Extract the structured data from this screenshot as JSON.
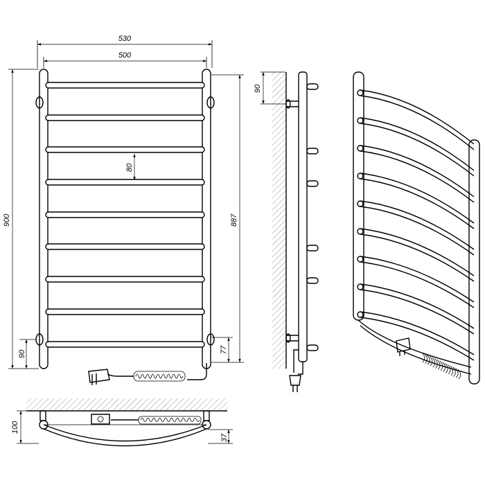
{
  "dimensions": {
    "overall_width": "530",
    "axis_width": "500",
    "overall_height": "900",
    "axis_height": "887",
    "rail_spacing": "80",
    "bottom_offset_left": "90",
    "bottom_offset_right": "77",
    "wall_offset_side": "90",
    "depth": "100",
    "bottom_depth": "37"
  }
}
